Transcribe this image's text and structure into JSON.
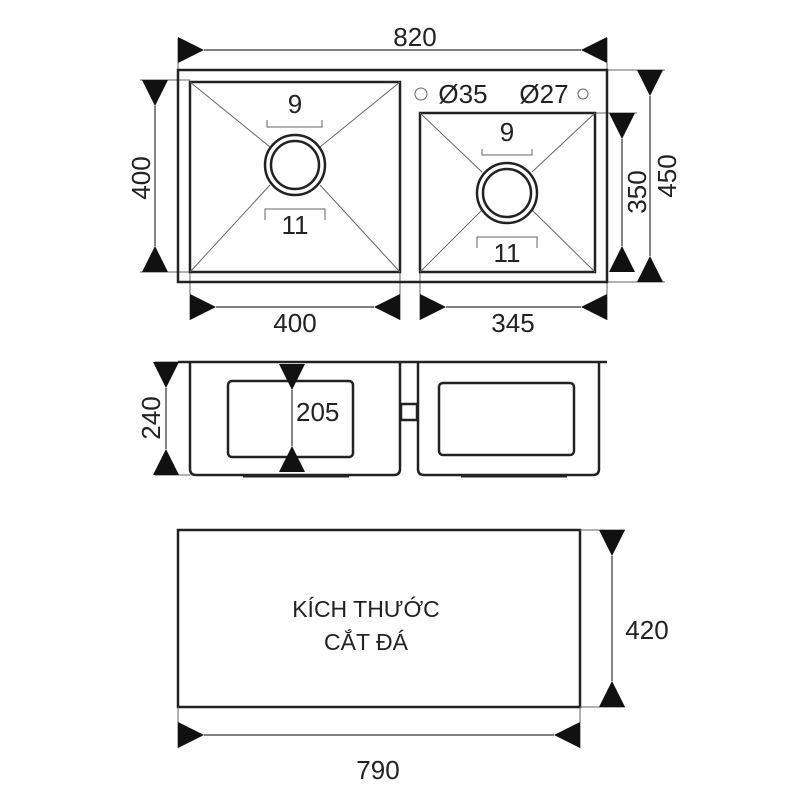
{
  "top_view": {
    "overall_width": "820",
    "overall_depth": "450",
    "left_bowl_depth": "400",
    "right_bowl_depth": "350",
    "left_bowl_width": "400",
    "right_bowl_width": "345",
    "tap_hole_1": "Ø35",
    "tap_hole_2": "Ø27",
    "left_drain_inner": "9",
    "left_drain_outer": "11",
    "right_drain_inner": "9",
    "right_drain_outer": "11"
  },
  "side_view": {
    "total_height": "240",
    "bowl_depth": "205"
  },
  "cutout": {
    "label_line1": "KÍCH THƯỚC",
    "label_line2": "CẮT ĐÁ",
    "width": "790",
    "depth": "420"
  }
}
